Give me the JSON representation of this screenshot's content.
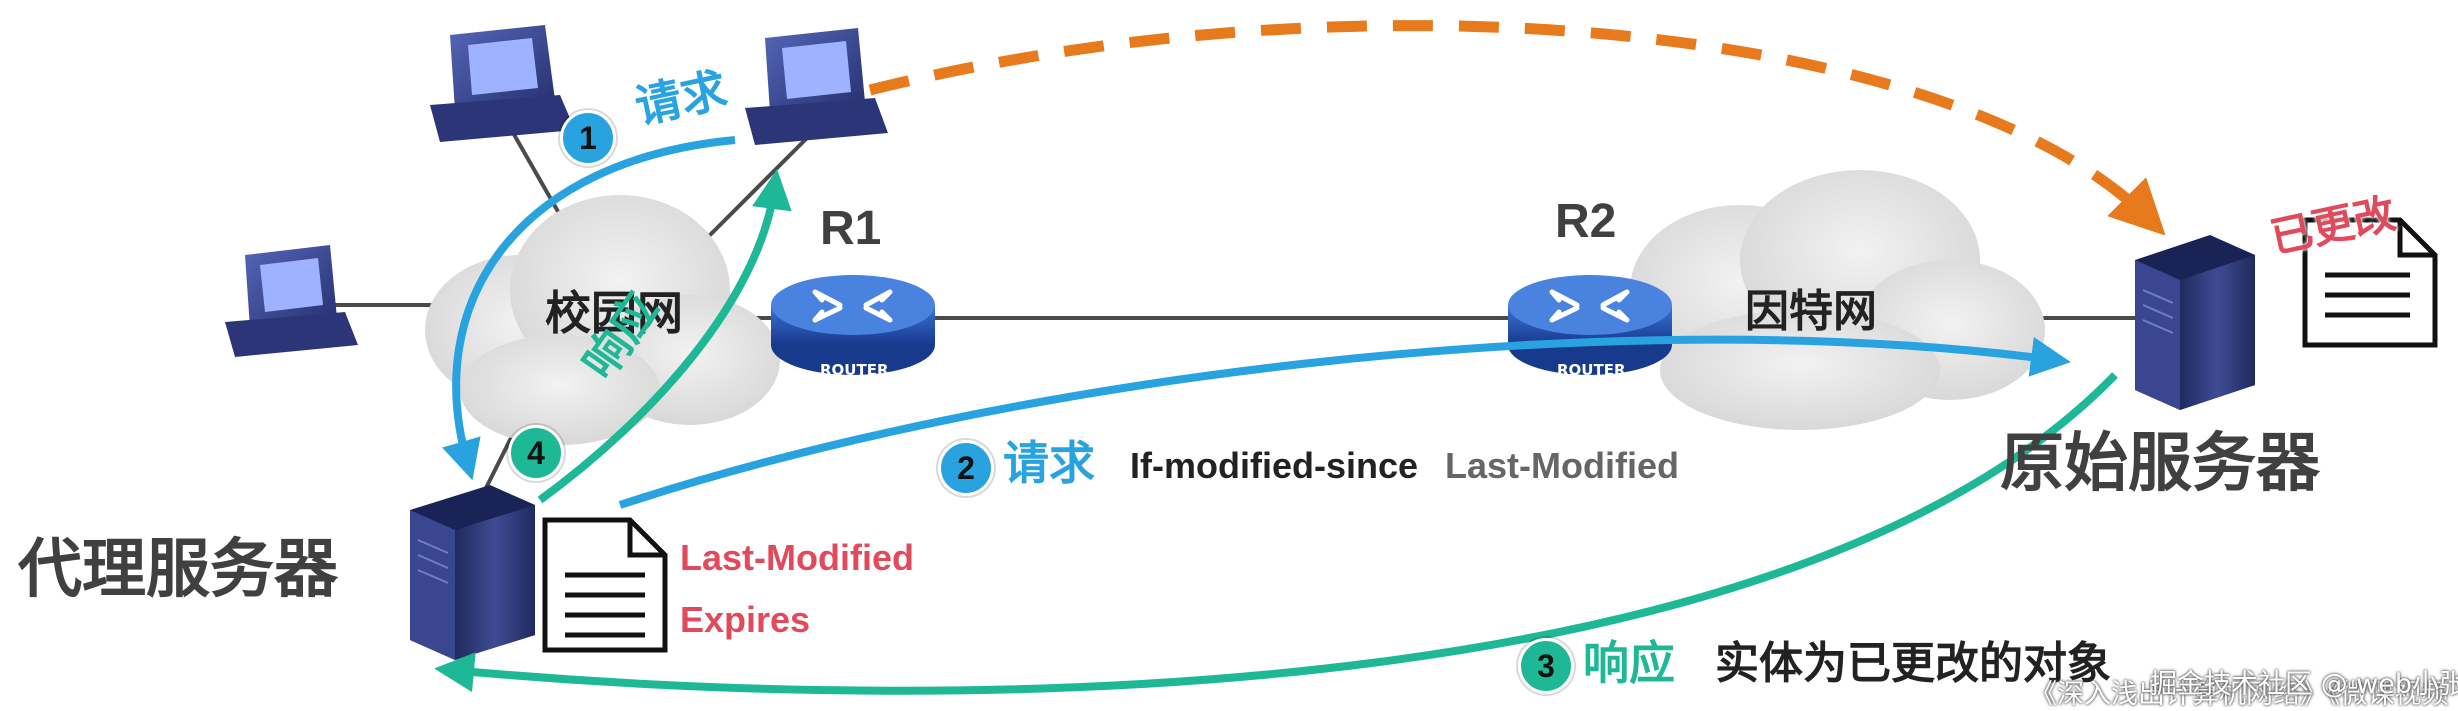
{
  "labels": {
    "router1": "R1",
    "router2": "R2",
    "router_text": "ROUTER",
    "campus_network": "校园网",
    "internet": "因特网",
    "proxy_server": "代理服务器",
    "origin_server": "原始服务器",
    "modified_tag": "已更改"
  },
  "steps": {
    "step1_number": "1",
    "step1_label": "请求",
    "step2_number": "2",
    "step2_label": "请求",
    "step2_header": "If-modified-since",
    "step2_header_value": "Last-Modified",
    "step3_number": "3",
    "step3_label": "响应",
    "step3_detail": "实体为已更改的对象",
    "step4_number": "4",
    "step4_label": "响应"
  },
  "cache_document": {
    "field1": "Last-Modified",
    "field2": "Expires"
  },
  "watermark": {
    "line1": "《深入浅出计算机网络》《微课视频",
    "line2": "掘金技术社区 @ web小张"
  },
  "colors": {
    "request_blue": "#29a3e0",
    "response_teal": "#1fb897",
    "dashed_orange": "#e87a1e",
    "header_red": "#e04a5c",
    "router_blue": "#1e4aa8",
    "server_navy": "#2e3a78"
  }
}
